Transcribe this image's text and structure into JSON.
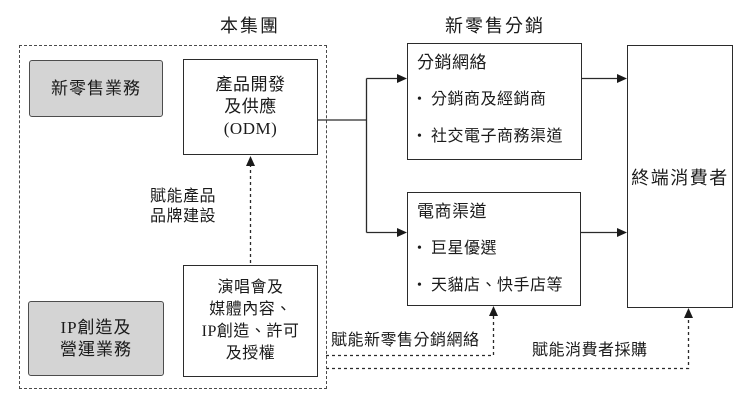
{
  "titles": {
    "group": "本集團",
    "new_retail_distribution": "新零售分銷"
  },
  "group_section": {
    "new_retail_business_label": "新零售業務",
    "odm_box": {
      "lines": [
        "產品開發",
        "及供應",
        "(ODM)"
      ]
    },
    "ip_business_label": {
      "lines": [
        "IP創造及",
        "營運業務"
      ]
    },
    "ip_content_box": {
      "lines": [
        "演唱會及",
        "媒體內容、",
        "IP創造、許可",
        "及授權"
      ]
    }
  },
  "distribution_section": {
    "distribution_network": {
      "title": "分銷網絡",
      "bullets": [
        "分銷商及經銷商",
        "社交電子商務渠道"
      ]
    },
    "ecommerce_channel": {
      "title": "電商渠道",
      "bullets": [
        "巨星優選",
        "天貓店、快手店等"
      ]
    }
  },
  "consumer_section": {
    "label": "終端消費者"
  },
  "flow_labels": {
    "empower_product_brand": {
      "lines": [
        "賦能產品",
        "品牌建設"
      ]
    },
    "empower_distribution_network": "賦能新零售分銷網絡",
    "empower_consumer_purchase": "賦能消費者採購"
  },
  "glyphs": {
    "bullet": "•"
  },
  "colors": {
    "gray_box_fill": "#d4d4d4",
    "gray_box_border": "#4d4d4d",
    "box_border": "#2b2b2b",
    "line": "#2a2a2a",
    "text": "#1a1a1a",
    "background": "#ffffff"
  }
}
